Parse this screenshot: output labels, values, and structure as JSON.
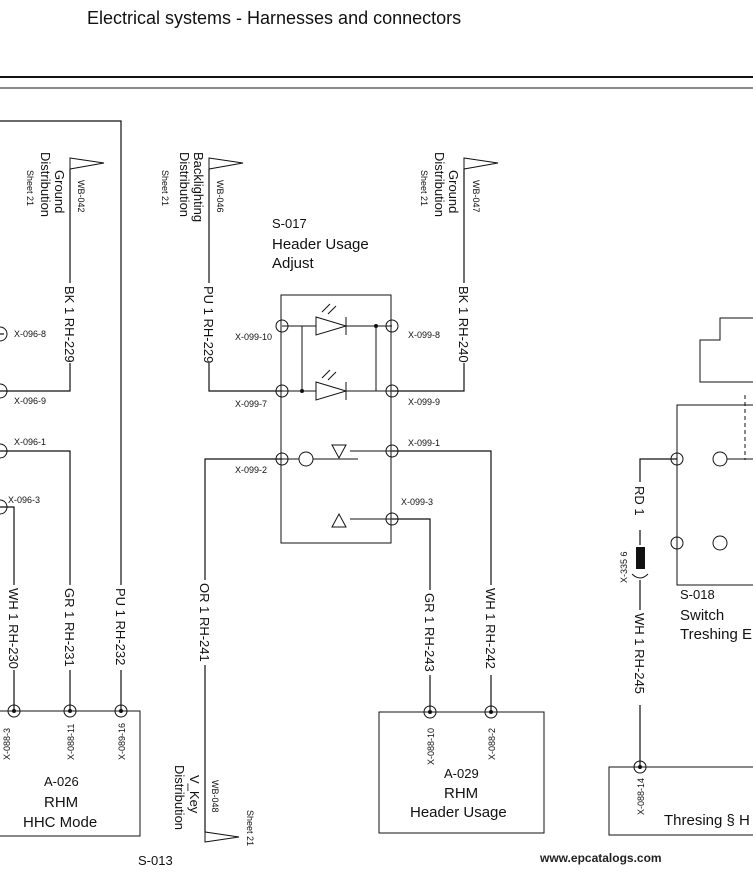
{
  "header": {
    "title": "Electrical systems - Harnesses and connectors"
  },
  "references": {
    "wb042": {
      "tag": "WB-042",
      "dest": "Ground",
      "dest2": "Distribution",
      "sheet": "Sheet 21"
    },
    "wb046": {
      "tag": "WB-046",
      "dest": "Backlighting",
      "dest2": "Distribution",
      "sheet": "Sheet 21"
    },
    "wb047": {
      "tag": "WB-047",
      "dest": "Ground",
      "dest2": "Distribution",
      "sheet": "Sheet 21"
    },
    "wb048": {
      "tag": "WB-048",
      "dest": "V_Key",
      "dest2": "Distribution",
      "sheet": "Sheet 21"
    }
  },
  "wires": {
    "rh229a": "BK 1 RH-229",
    "rh229b": "PU 1 RH-229",
    "rh240": "BK 1 RH-240",
    "rh230": "WH 1 RH-230",
    "rh231": "GR 1 RH-231",
    "rh232": "PU 1 RH-232",
    "rh241": "OR 1 RH-241",
    "rh243": "GR 1 RH-243",
    "rh242": "WH 1 RH-242",
    "rd1": "RD 1",
    "rh245": "WH 1 RH-245"
  },
  "pins": {
    "x0968": "X-096-8",
    "x0969": "X-096-9",
    "x0961": "X-096-1",
    "x0963": "X-096-3",
    "x09910": "X-099-10",
    "x0997": "X-099-7",
    "x0992": "X-099-2",
    "x0998": "X-099-8",
    "x0999": "X-099-9",
    "x0991": "X-099-1",
    "x0993": "X-099-3",
    "x3356": "X-335 6",
    "x0883": "X-088-3",
    "x08811": "X-088-11",
    "x08916": "X-089-16",
    "x08810": "X-088-10",
    "x0882": "X-088-2",
    "x08814": "X-088-14"
  },
  "components": {
    "s017": {
      "id": "S-017",
      "line1": "Header Usage",
      "line2": "Adjust"
    },
    "a026": {
      "id": "A-026",
      "line1": "RHM",
      "line2": "HHC Mode"
    },
    "a029": {
      "id": "A-029",
      "line1": "RHM",
      "line2": "Header Usage"
    },
    "s018": {
      "id": "S-018",
      "line1": "Switch",
      "line2": "Treshing E"
    },
    "s013": {
      "id": "S-013"
    },
    "thresh": {
      "line1": "Thresing § H"
    }
  },
  "footer": {
    "watermark": "www.epcatalogs.com"
  }
}
